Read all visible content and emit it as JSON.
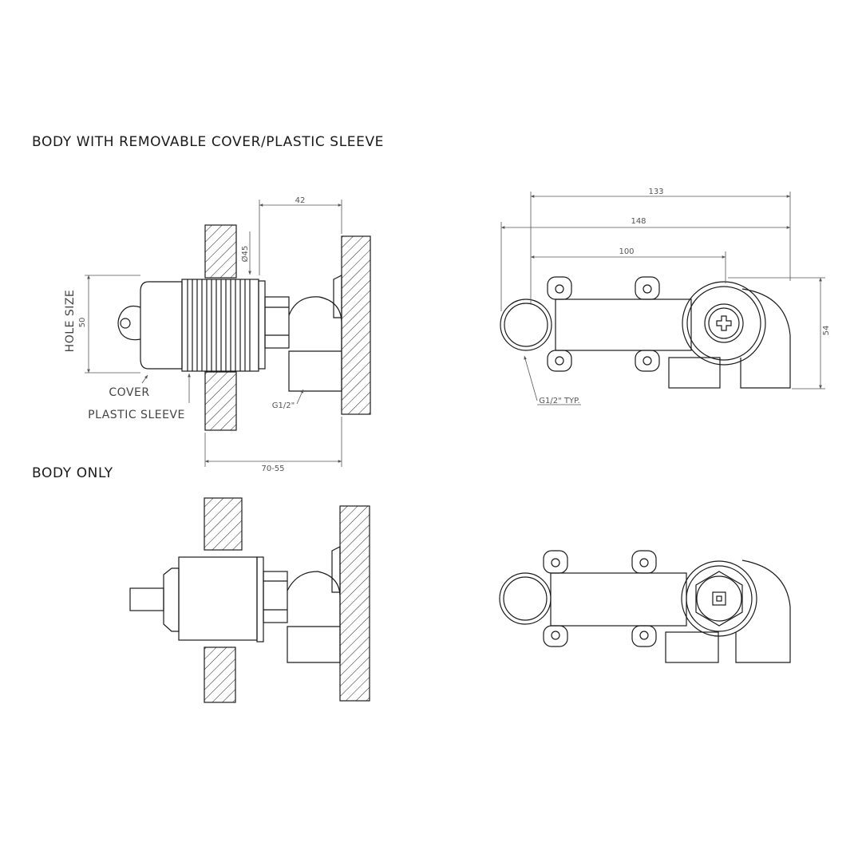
{
  "headings": {
    "with_cover": "BODY WITH REMOVABLE COVER/PLASTIC SLEEVE",
    "body_only": "BODY ONLY"
  },
  "side_view_labels": {
    "hole_size": "HOLE SIZE",
    "cover": "COVER",
    "plastic_sleeve": "PLASTIC SLEEVE",
    "thread": "G1/2\""
  },
  "side_view_dimensions": {
    "depth": "42",
    "diameter": "Ø45",
    "hole": "50",
    "range": "70-55"
  },
  "front_view_labels": {
    "thread_typ": "G1/2\" TYP."
  },
  "front_view_dimensions": {
    "overall_a": "133",
    "overall_b": "148",
    "centers": "100",
    "height": "54"
  },
  "colors": {
    "line": "#1a1a1a",
    "dimension": "#555555",
    "text": "#1a1a1a"
  }
}
